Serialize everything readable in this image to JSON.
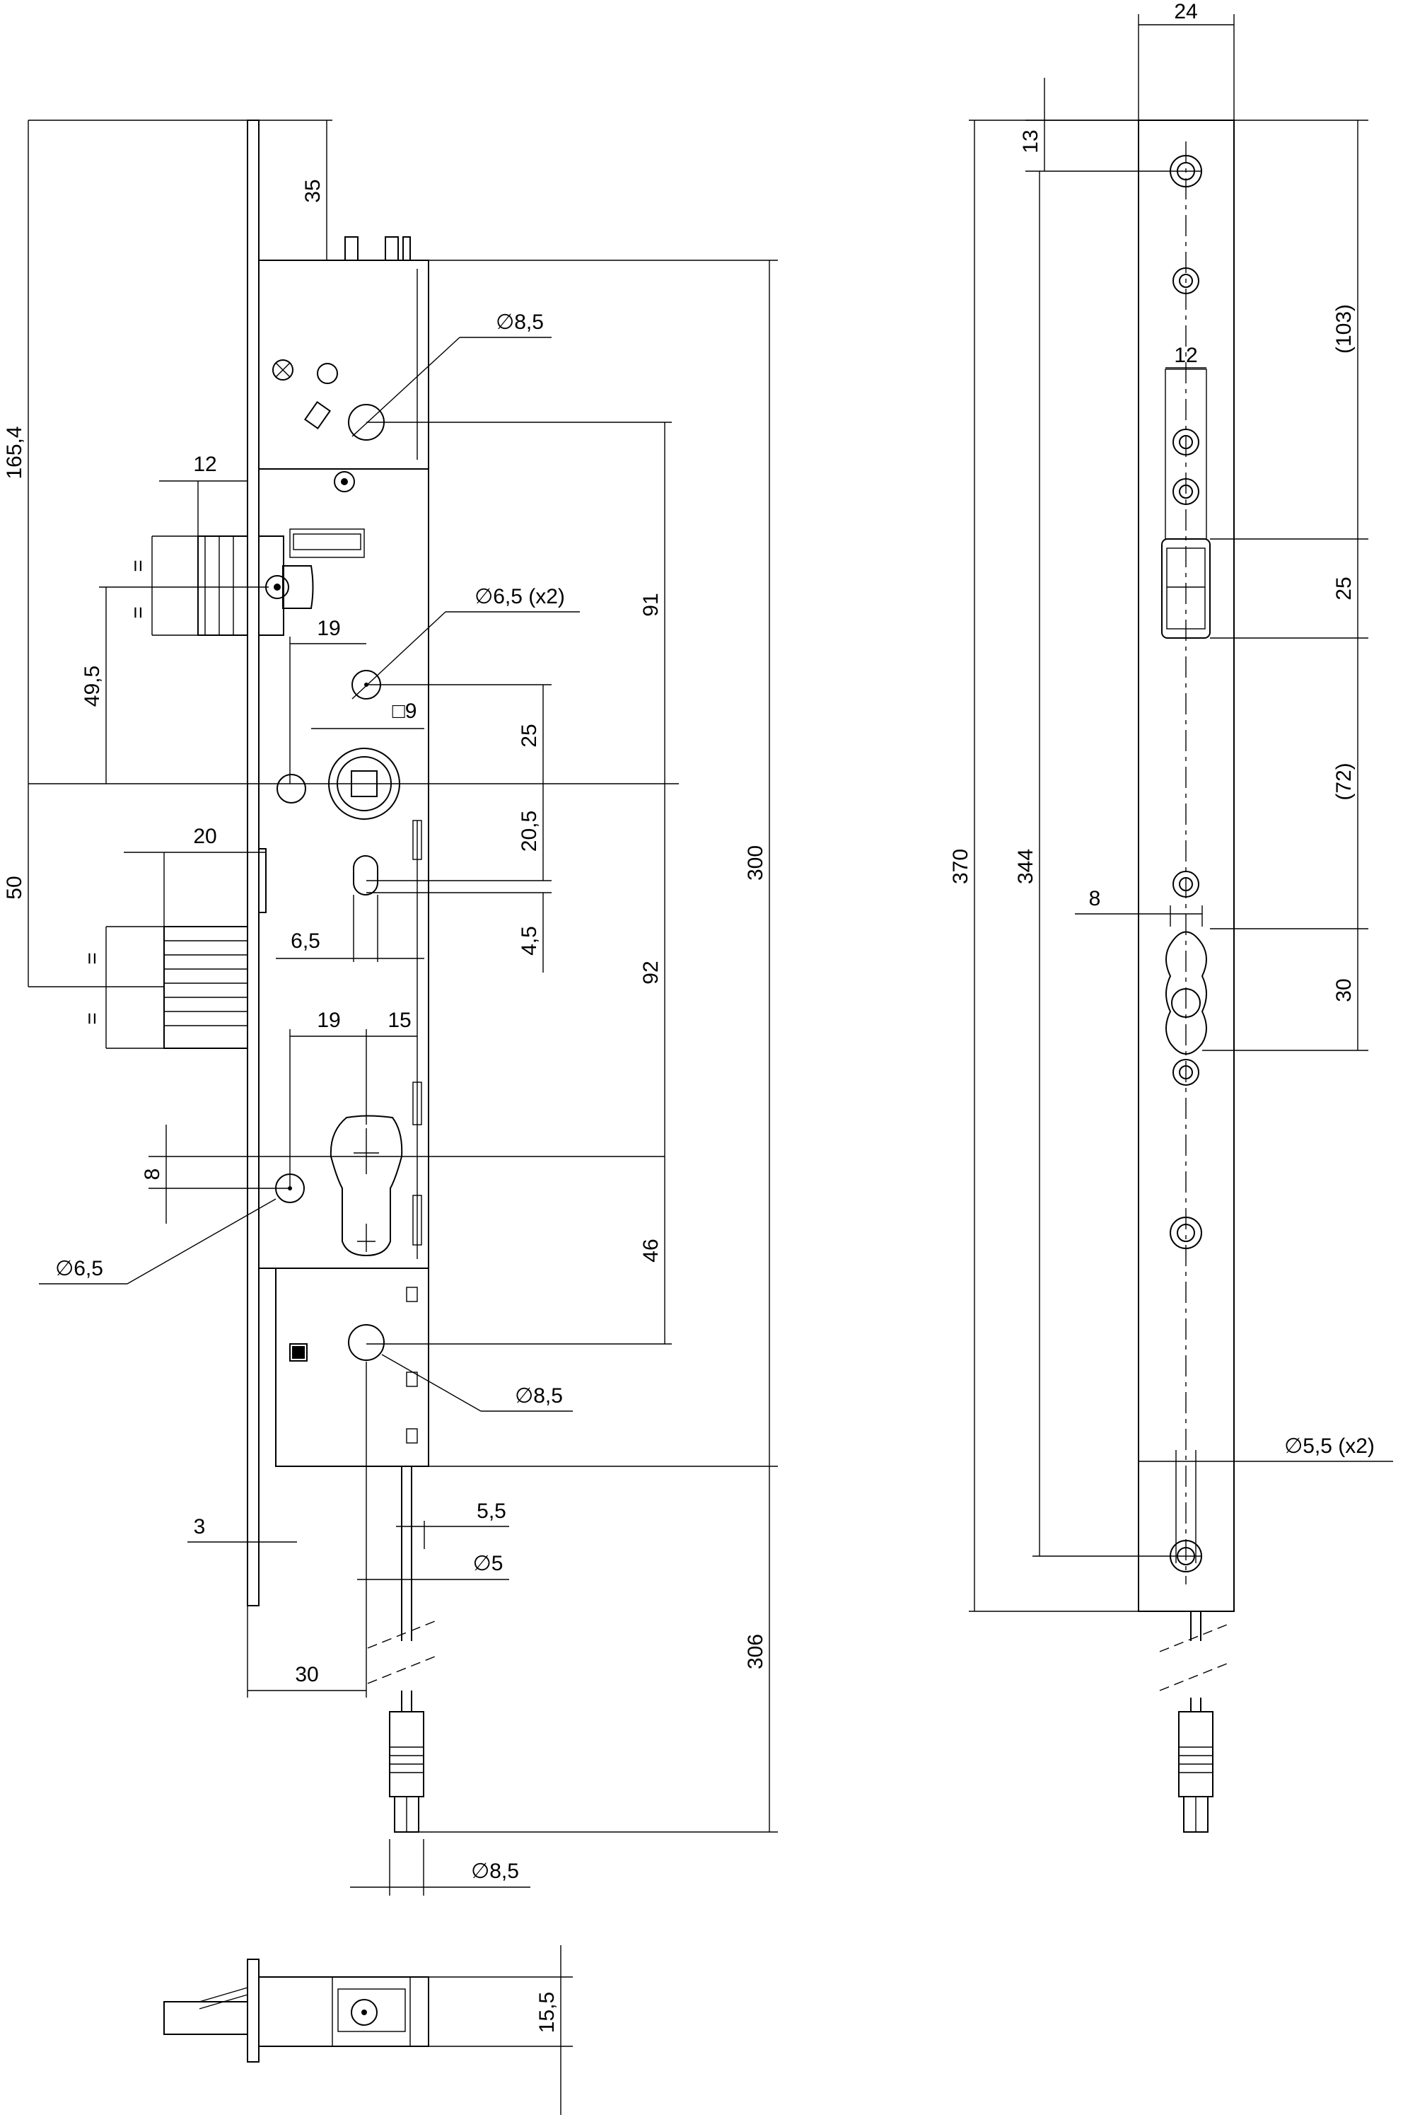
{
  "side_view": {
    "dims": {
      "d35": "35",
      "d165": "165,4",
      "d12": "12",
      "eq1": "=",
      "eq2": "=",
      "d49": "49,5",
      "d50": "50",
      "d20": "20",
      "eq3": "=",
      "eq4": "=",
      "d19a": "19",
      "d9": "□9",
      "d25": "25",
      "d205": "20,5",
      "d45": "4,5",
      "d65w": "6,5",
      "d19b": "19",
      "d15": "15",
      "d8": "8",
      "d91": "91",
      "d92": "92",
      "d46": "46",
      "d300": "300",
      "d306": "306",
      "d3": "3",
      "d30": "30",
      "d55": "5,5",
      "phi5": "∅5",
      "phi85a": "∅8,5",
      "phi65x2": "∅6,5 (x2)",
      "phi65": "∅6,5",
      "phi85b": "∅8,5",
      "phi85c": "∅8,5"
    }
  },
  "front_view": {
    "dims": {
      "d24": "24",
      "d13": "13",
      "d103": "(103)",
      "d12": "12",
      "d25": "25",
      "d72": "(72)",
      "d8": "8",
      "d30": "30",
      "d344": "344",
      "d370": "370",
      "phi55x2": "∅5,5 (x2)"
    }
  },
  "top_view": {
    "dims": {
      "d155": "15,5"
    }
  }
}
